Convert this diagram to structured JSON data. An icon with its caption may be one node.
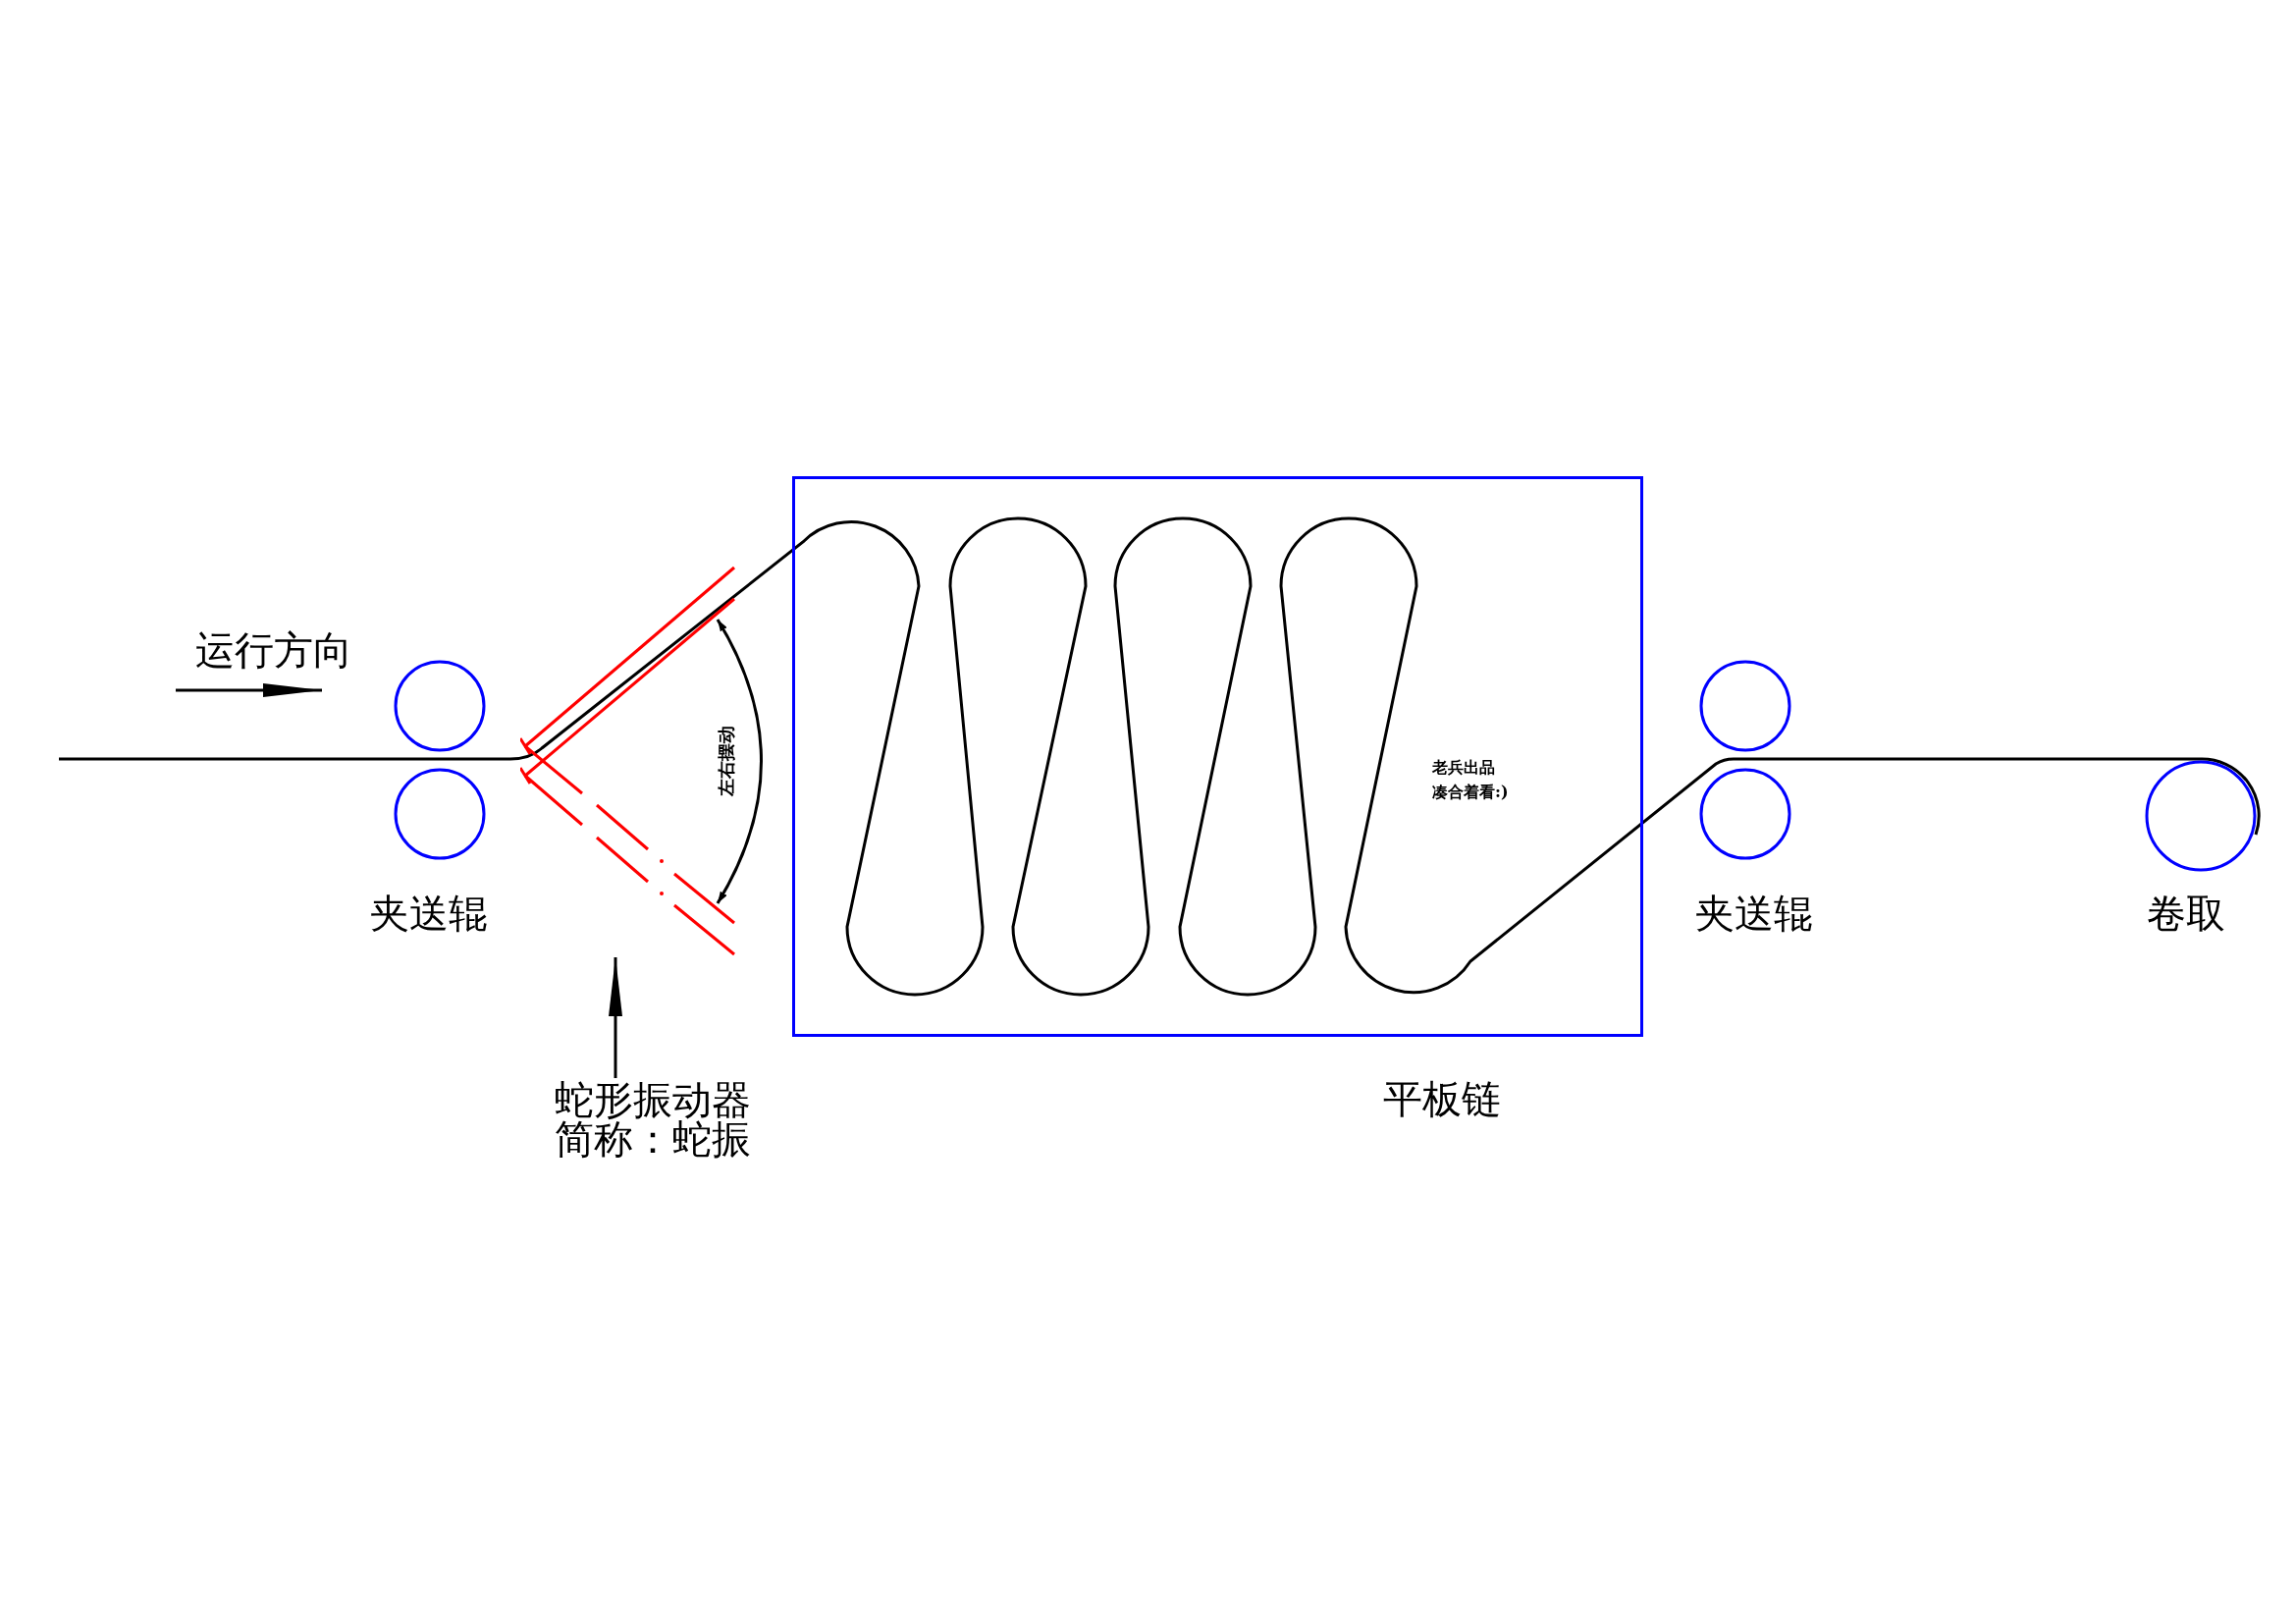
{
  "diagram": {
    "nodes": [
      {
        "text": [
          "蛇形振动器",
          "简称：蛇振"
        ]
      },
      {
        "text": [],
        "shape": "bar"
      },
      {
        "text": [
          "平板链"
        ]
      }
    ],
    "edges": [
      {
        "from": 0,
        "to": 1,
        "arrow": "to"
      }
    ],
    "labels": [
      "运行方向",
      "夹送辊",
      "左右摆动",
      "老兵出品",
      "凑合着看:)",
      "夹送辊",
      "卷取"
    ]
  }
}
